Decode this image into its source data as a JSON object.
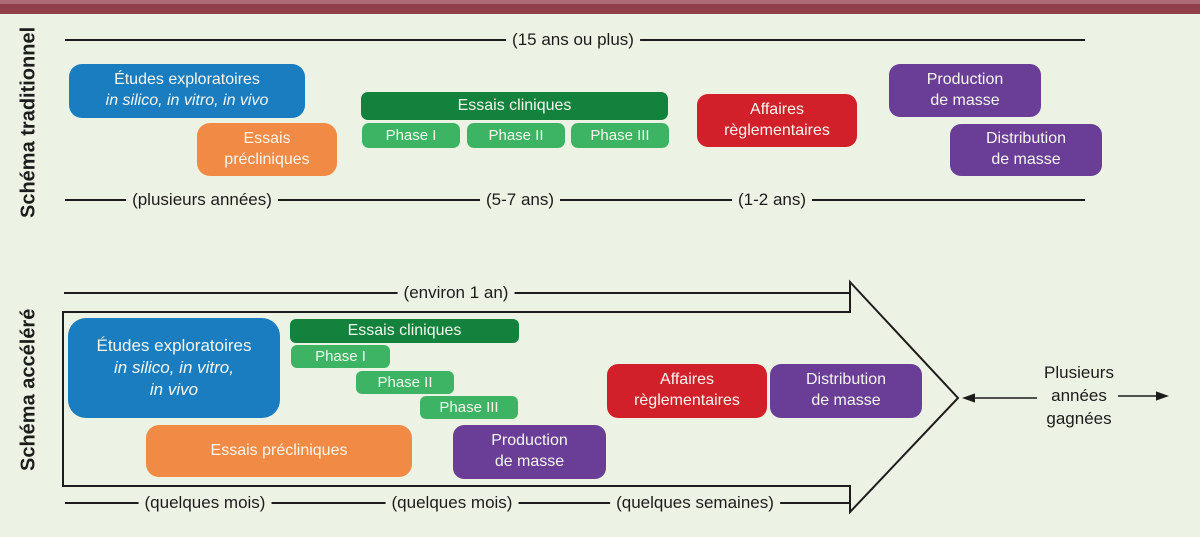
{
  "palette": {
    "background": "#edf3e4",
    "topbar": "#923f4c",
    "topbar_light": "#ad6a75",
    "line": "#1c1c1c",
    "blue": "#1a7dc0",
    "orange": "#f18a45",
    "green_dark": "#12823c",
    "green_light": "#3cb463",
    "red": "#d2202b",
    "purple": "#6a3e96",
    "box_text": "#f4f6ee"
  },
  "sections": {
    "traditional": {
      "title": "Schéma traditionnel",
      "top_timeline": {
        "label": "(15 ans ou plus)"
      },
      "boxes": {
        "exploratory": {
          "line1": "Études exploratoires",
          "line2": "in silico, in vitro, in vivo"
        },
        "preclinical": {
          "line1": "Essais",
          "line2": "précliniques"
        },
        "clinical": {
          "label": "Essais cliniques"
        },
        "phase1": {
          "label": "Phase I"
        },
        "phase2": {
          "label": "Phase II"
        },
        "phase3": {
          "label": "Phase III"
        },
        "regulatory": {
          "line1": "Affaires",
          "line2": "règlementaires"
        },
        "production": {
          "line1": "Production",
          "line2": "de masse"
        },
        "distribution": {
          "line1": "Distribution",
          "line2": "de masse"
        }
      },
      "bottom_timeline": {
        "label1": "(plusieurs années)",
        "label2": "(5-7 ans)",
        "label3": "(1-2 ans)"
      }
    },
    "accelerated": {
      "title": "Schéma accéléré",
      "top_timeline": {
        "label": "(environ 1 an)"
      },
      "boxes": {
        "exploratory": {
          "line1": "Études exploratoires",
          "line2": "in silico, in vitro,",
          "line3": "in vivo"
        },
        "clinical": {
          "label": "Essais cliniques"
        },
        "phase1": {
          "label": "Phase I"
        },
        "phase2": {
          "label": "Phase II"
        },
        "phase3": {
          "label": "Phase III"
        },
        "preclinical": {
          "label": "Essais précliniques"
        },
        "production": {
          "line1": "Production",
          "line2": "de masse"
        },
        "regulatory": {
          "line1": "Affaires",
          "line2": "règlementaires"
        },
        "distribution": {
          "line1": "Distribution",
          "line2": "de masse"
        }
      },
      "bottom_timeline": {
        "label1": "(quelques mois)",
        "label2": "(quelques mois)",
        "label3": "(quelques semaines)"
      },
      "gain_note": {
        "line1": "Plusieurs",
        "line2": "années",
        "line3": "gagnées"
      }
    }
  }
}
